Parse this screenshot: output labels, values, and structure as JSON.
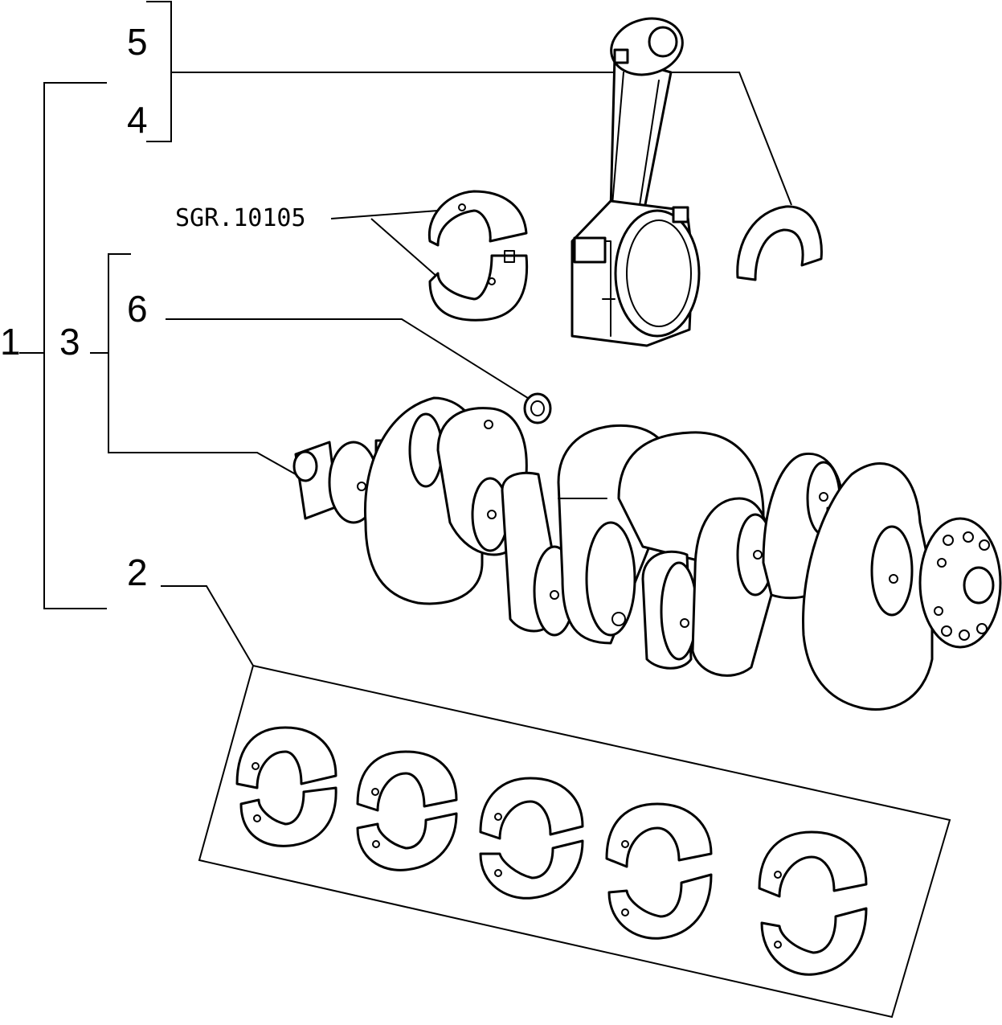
{
  "callouts": {
    "c1": "1",
    "c2": "2",
    "c3": "3",
    "c4": "4",
    "c5": "5",
    "c6": "6"
  },
  "reference_code": "SGR.10105"
}
